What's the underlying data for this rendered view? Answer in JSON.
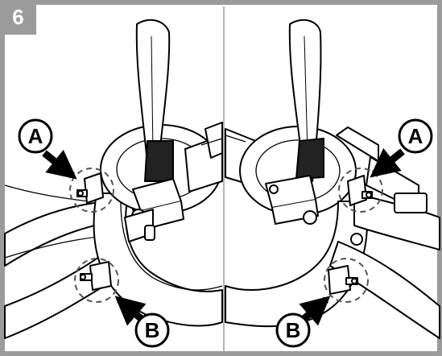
{
  "step": {
    "number": "6"
  },
  "callouts": {
    "left_a": "A",
    "left_b": "B",
    "right_a": "A",
    "right_b": "B"
  },
  "colors": {
    "frame": "#9b9b9b",
    "badge": "#9b9b9b",
    "line": "#000000",
    "background": "#ffffff"
  }
}
